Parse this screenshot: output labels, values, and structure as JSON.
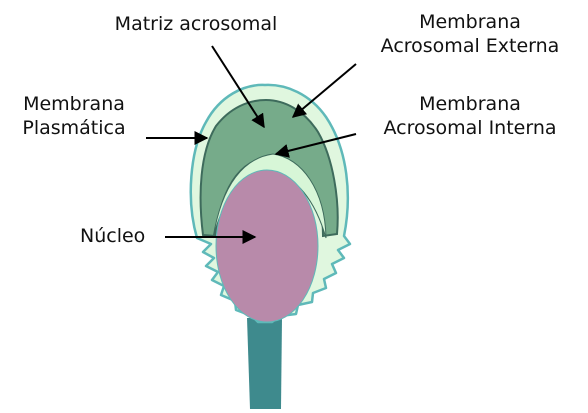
{
  "labels": {
    "matriz_acrosomal": "Matriz acrosomal",
    "membrana_acrosomal_externa": [
      "Membrana",
      "Acrosomal Externa"
    ],
    "membrana_plasmatica": [
      "Membrana",
      "Plasmática"
    ],
    "membrana_acrosomal_interna": [
      "Membrana",
      "Acrosomal Interna"
    ],
    "nucleo": "Núcleo"
  },
  "colors": {
    "plasma_fill": "#e0f7df",
    "plasma_stroke": "#5fb9b9",
    "acrosome_fill": "#76ab8a",
    "acrosome_stroke": "#3e6b5c",
    "inner_membrane": "#d7f6d7",
    "nucleus_fill": "#b88aaa",
    "tail": "#3e8a8d",
    "arrow": "#000000"
  }
}
